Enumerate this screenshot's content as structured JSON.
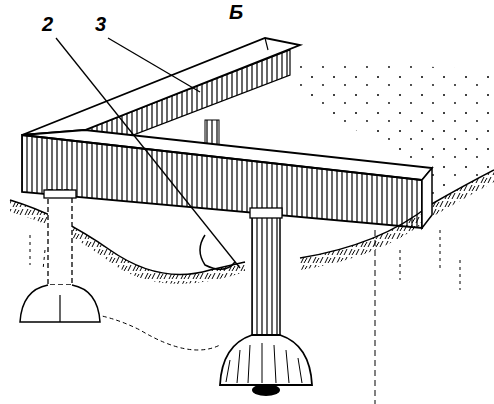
{
  "diagram": {
    "labels": [
      "Б",
      "2",
      "3"
    ]
  }
}
